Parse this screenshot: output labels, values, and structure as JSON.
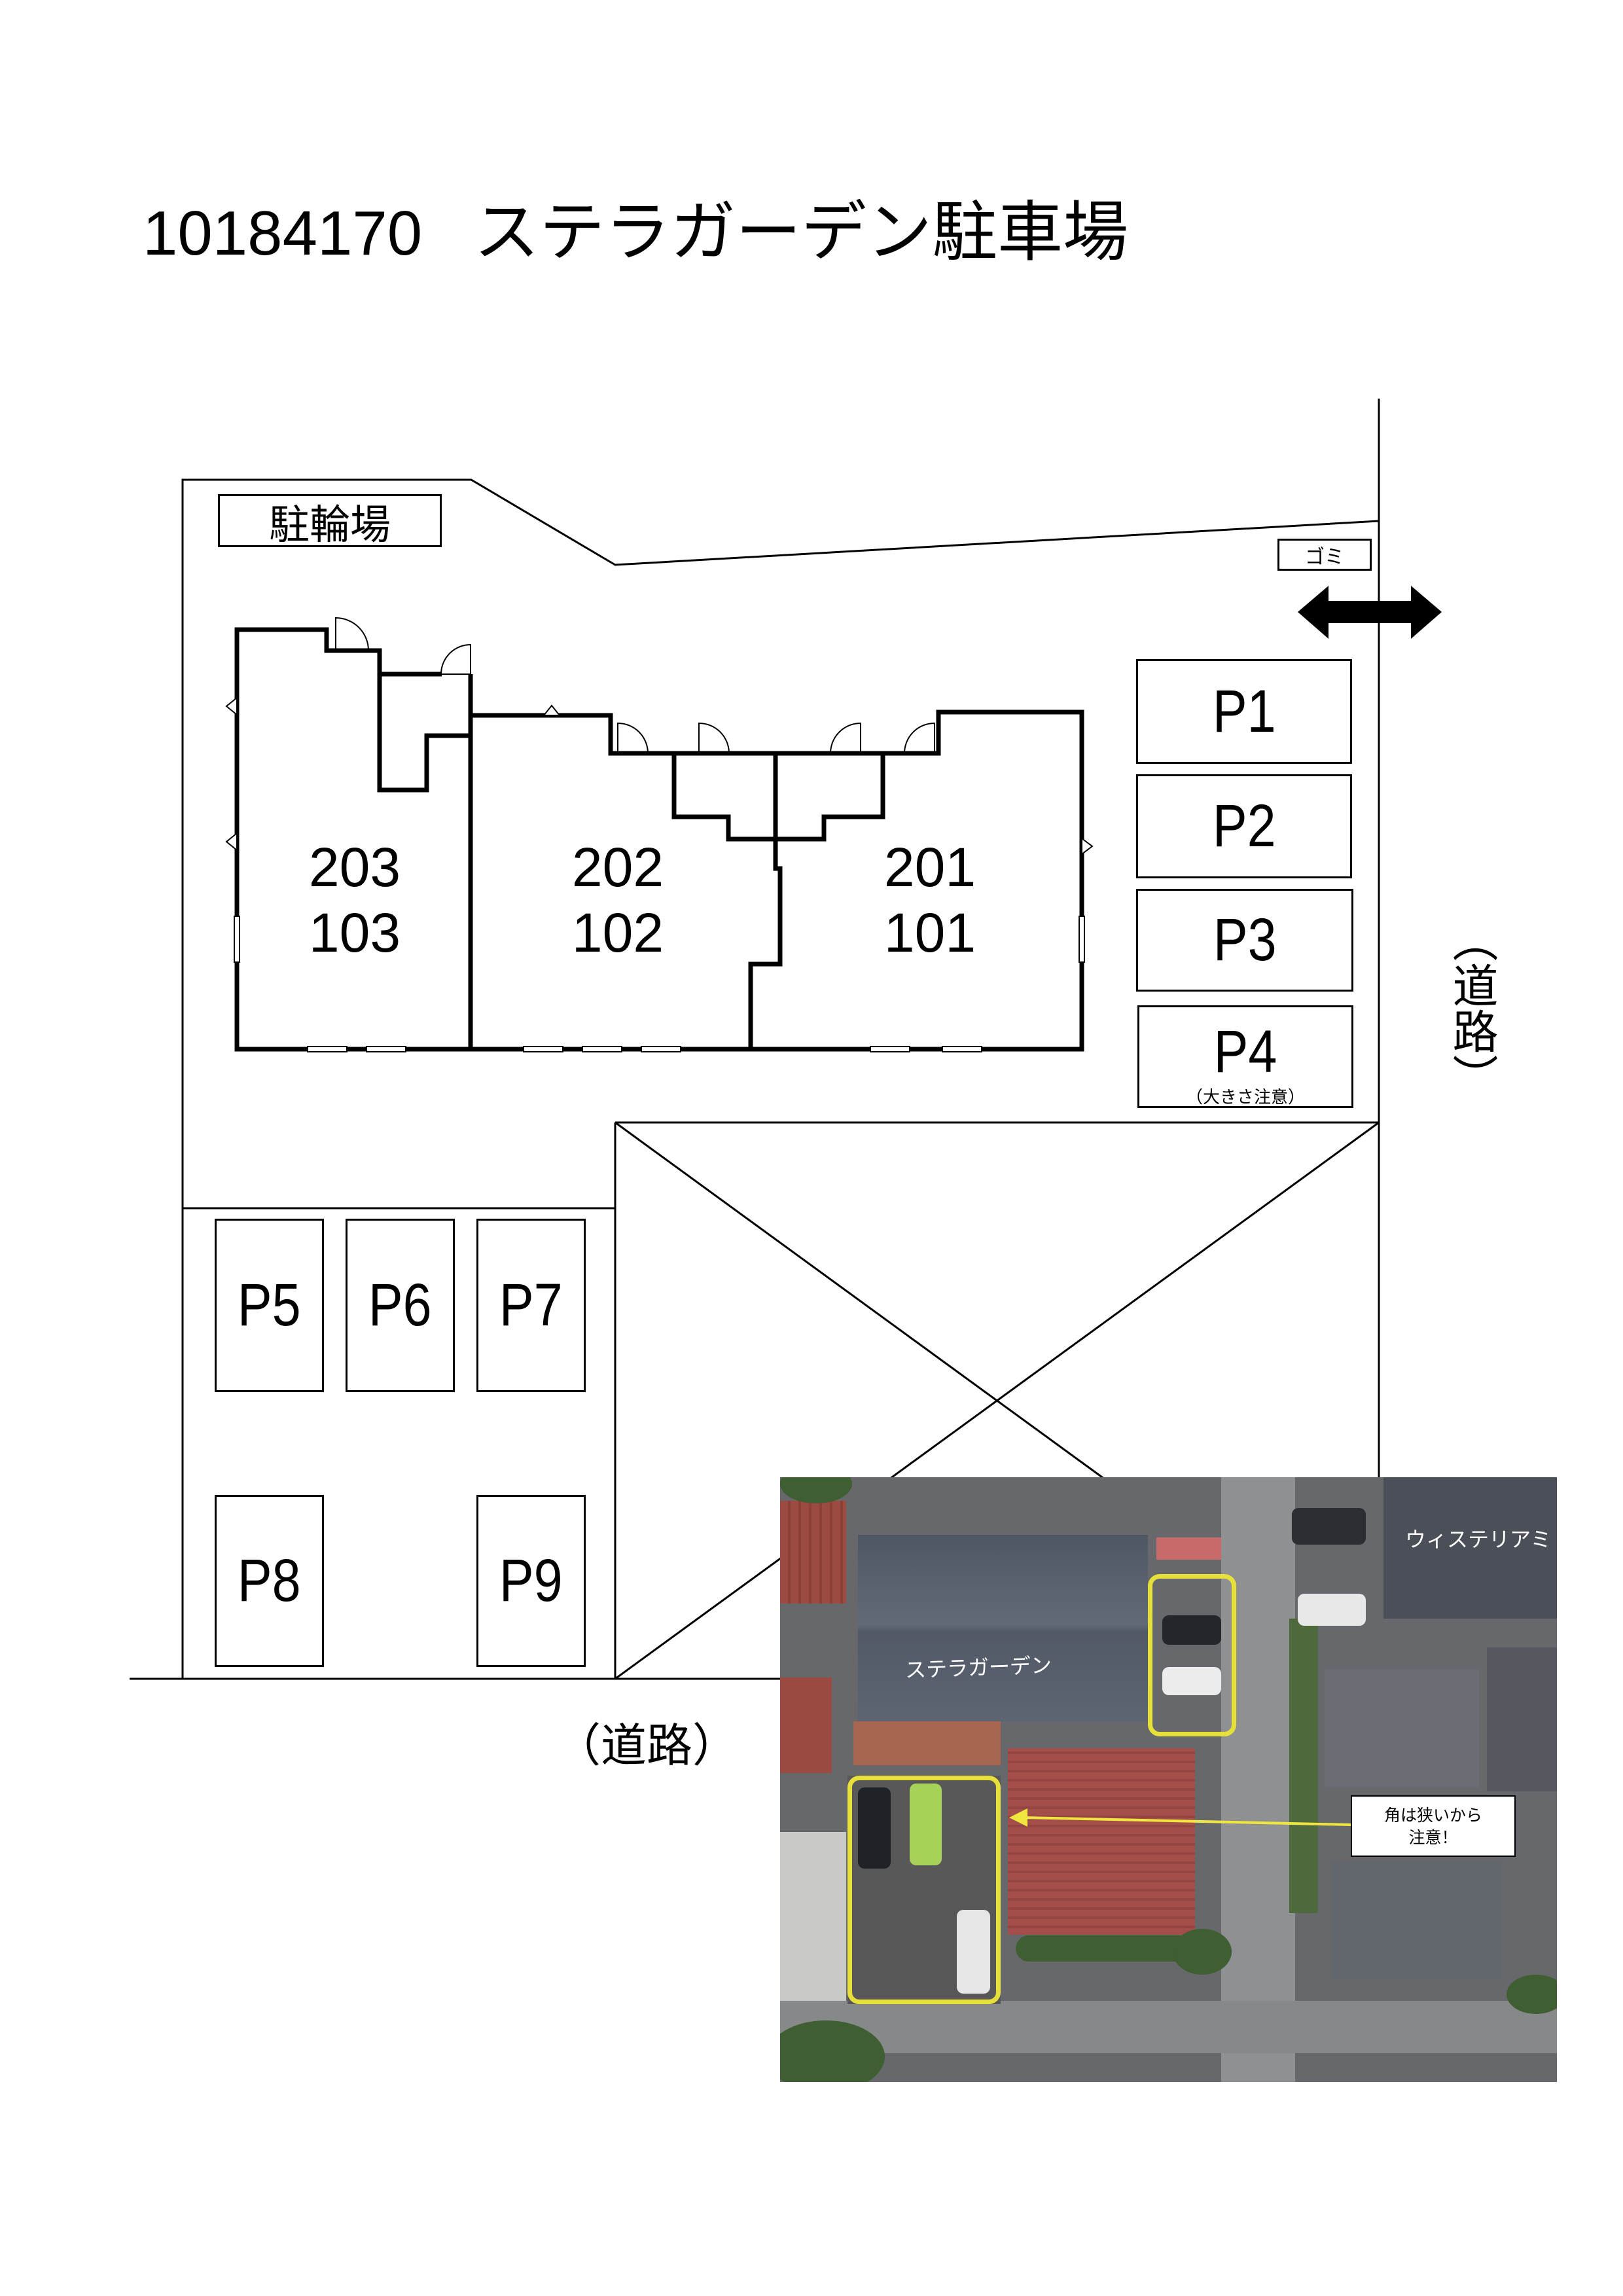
{
  "title": {
    "property_id": "10184170",
    "name": "ステラガーデン駐車場"
  },
  "labels": {
    "bicycle_parking": "駐輪場",
    "garbage": "ゴミ",
    "road_bottom": "（道路）",
    "road_right": "（道路）"
  },
  "units": [
    {
      "upper": "203",
      "lower": "103"
    },
    {
      "upper": "202",
      "lower": "102"
    },
    {
      "upper": "201",
      "lower": "101"
    }
  ],
  "parking": [
    {
      "label": "P1"
    },
    {
      "label": "P2"
    },
    {
      "label": "P3"
    },
    {
      "label": "P4",
      "note": "（大きさ注意）"
    },
    {
      "label": "P5"
    },
    {
      "label": "P6"
    },
    {
      "label": "P7"
    },
    {
      "label": "P8"
    },
    {
      "label": "P9"
    }
  ],
  "icons": {
    "entrance": "double-arrow-icon"
  },
  "photo": {
    "building_label": "ステラガーデン",
    "neighbor_label": "ウィステリアミ",
    "callout_line1": "角は狭いから",
    "callout_line2": "注意！"
  },
  "colors": {
    "highlight": "#e8e03a",
    "line": "#000000"
  }
}
